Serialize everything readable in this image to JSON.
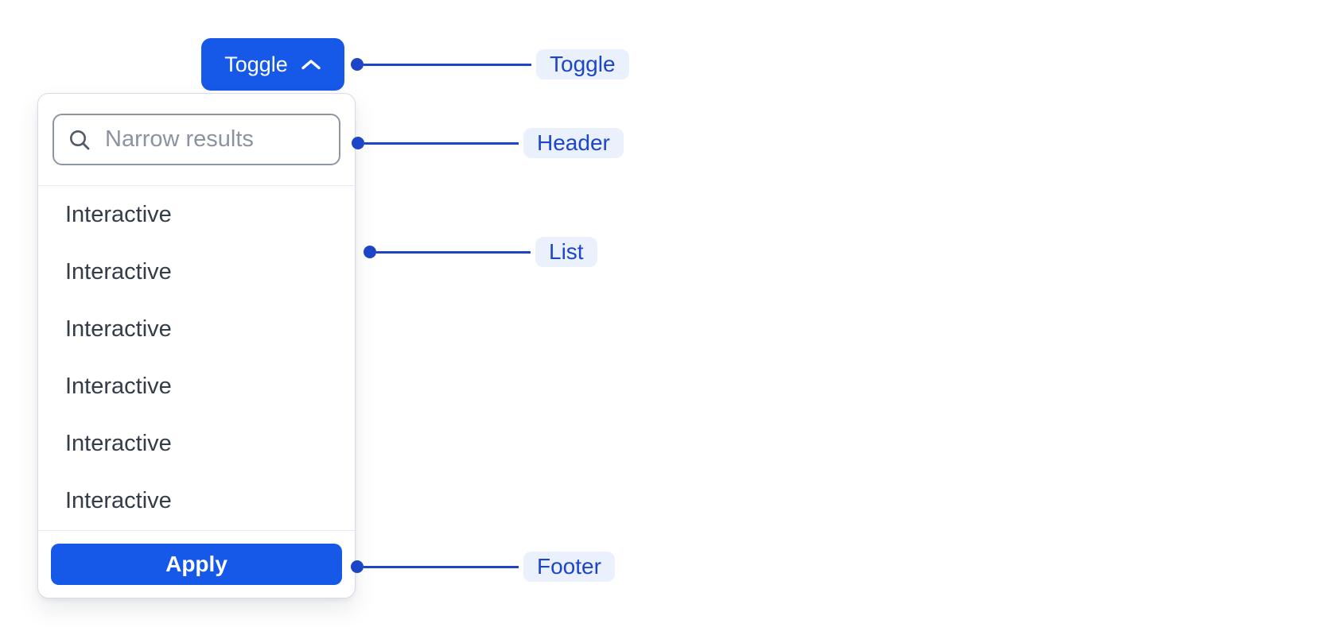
{
  "toggle_button": {
    "label": "Toggle",
    "icon": "chevron-up-icon"
  },
  "dropdown": {
    "search": {
      "placeholder": "Narrow results",
      "value": "",
      "icon": "search-icon"
    },
    "list_items": [
      {
        "label": "Interactive"
      },
      {
        "label": "Interactive"
      },
      {
        "label": "Interactive"
      },
      {
        "label": "Interactive"
      },
      {
        "label": "Interactive"
      },
      {
        "label": "Interactive"
      }
    ],
    "apply_button": {
      "label": "Apply"
    }
  },
  "annotations": [
    {
      "target": "toggle",
      "label": "Toggle"
    },
    {
      "target": "header",
      "label": "Header"
    },
    {
      "target": "list",
      "label": "List"
    },
    {
      "target": "footer",
      "label": "Footer"
    }
  ],
  "colors": {
    "primary_button_bg": "#1658e8",
    "primary_button_text": "#ffffff",
    "annotation_line": "#1d45c8",
    "annotation_badge_bg": "#eaf1fc",
    "annotation_badge_text": "#1d45c8",
    "panel_border": "#d6dce5",
    "input_border": "#8e96a3",
    "list_text": "#343c48",
    "placeholder_text": "#8b92a0"
  }
}
